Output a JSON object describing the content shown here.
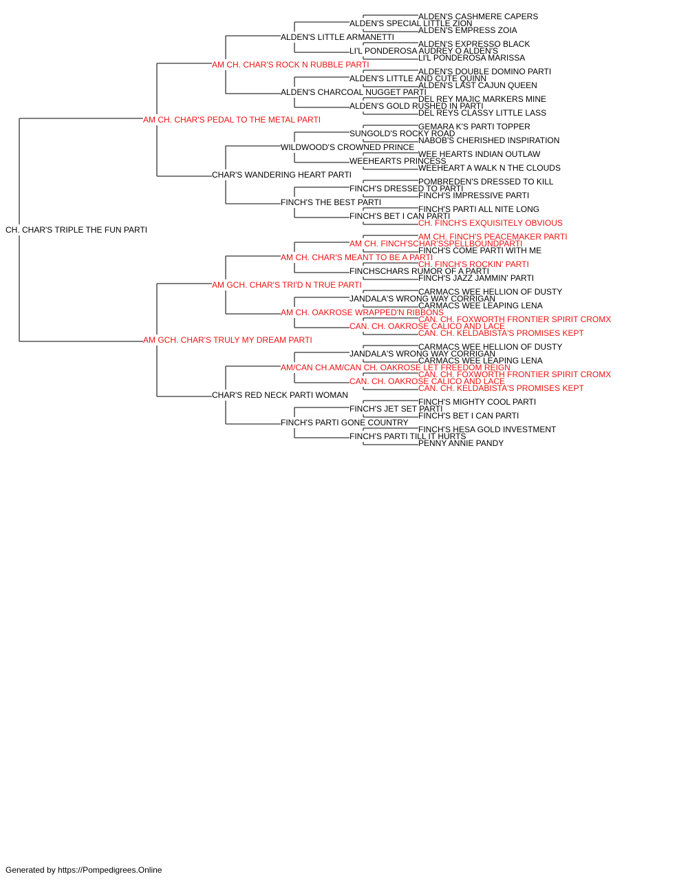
{
  "colors": {
    "titled": "#ee1111",
    "plain": "#000000",
    "connector": "#333333",
    "background": "#ffffff"
  },
  "pedigree": {
    "name": "CH. CHAR'S TRIPLE THE FUN PARTI",
    "titled": false,
    "sire": {
      "name": "AM CH. CHAR'S PEDAL TO THE METAL PARTI",
      "titled": true,
      "sire": {
        "name": "AM CH. CHAR'S ROCK N RUBBLE PARTI",
        "titled": true,
        "sire": {
          "name": "ALDEN'S LITTLE ARMANETTI",
          "titled": false,
          "sire": {
            "name": "ALDEN'S SPECIAL LITTLE ZION",
            "titled": false,
            "sire": {
              "name": "ALDEN'S CASHMERE CAPERS",
              "titled": false
            },
            "dam": {
              "name": "ALDEN'S EMPRESS ZOIA",
              "titled": false
            }
          },
          "dam": {
            "name": "LI'L PONDEROSA AUDREY O ALDEN'S",
            "titled": false,
            "sire": {
              "name": "ALDEN'S EXPRESSO BLACK",
              "titled": false
            },
            "dam": {
              "name": "LI'L PONDEROSA MARISSA",
              "titled": false
            }
          }
        },
        "dam": {
          "name": "ALDEN'S CHARCOAL NUGGET PARTI",
          "titled": false,
          "sire": {
            "name": "ALDEN'S LITTLE AND CUTE QUINN",
            "titled": false,
            "sire": {
              "name": "ALDEN'S DOUBLE DOMINO PARTI",
              "titled": false
            },
            "dam": {
              "name": "ALDEN'S LAST CAJUN QUEEN",
              "titled": false
            }
          },
          "dam": {
            "name": "ALDEN'S GOLD RUSHED IN PARTI",
            "titled": false,
            "sire": {
              "name": "DEL REY MAJIC MARKERS MINE",
              "titled": false
            },
            "dam": {
              "name": "DEL REYS CLASSY LITTLE LASS",
              "titled": false
            }
          }
        }
      },
      "dam": {
        "name": "CHAR'S WANDERING HEART PARTI",
        "titled": false,
        "sire": {
          "name": "WILDWOOD'S CROWNED PRINCE",
          "titled": false,
          "sire": {
            "name": "SUNGOLD'S ROCKY ROAD",
            "titled": false,
            "sire": {
              "name": "GEMARA K'S PARTI TOPPER",
              "titled": false
            },
            "dam": {
              "name": "NABOB'S CHERISHED INSPIRATION",
              "titled": false
            }
          },
          "dam": {
            "name": "WEEHEARTS PRINCESS",
            "titled": false,
            "sire": {
              "name": "WEE HEARTS INDIAN OUTLAW",
              "titled": false
            },
            "dam": {
              "name": "WEEHEART A WALK N THE CLOUDS",
              "titled": false
            }
          }
        },
        "dam": {
          "name": "FINCH'S THE BEST PARTI",
          "titled": false,
          "sire": {
            "name": "FINCH'S DRESSED TO PARTI",
            "titled": false,
            "sire": {
              "name": "POMBREDEN'S DRESSED TO KILL",
              "titled": false
            },
            "dam": {
              "name": "FINCH'S IMPRESSIVE PARTI",
              "titled": false
            }
          },
          "dam": {
            "name": "FINCH'S BET I CAN PARTI",
            "titled": false,
            "sire": {
              "name": "FINCH'S PARTI ALL NITE LONG",
              "titled": false
            },
            "dam": {
              "name": "CH. FINCH'S EXQUISITELY OBVIOUS",
              "titled": true
            }
          }
        }
      }
    },
    "dam": {
      "name": "AM GCH. CHAR'S TRULY MY DREAM PARTI",
      "titled": true,
      "sire": {
        "name": "AM GCH. CHAR'S TRI'D N TRUE PARTI",
        "titled": true,
        "sire": {
          "name": "AM CH. CHAR'S MEANT TO BE A PARTI",
          "titled": true,
          "sire": {
            "name": "AM CH. FINCH'SCHAR'SSPELLBOUNDPARTI",
            "titled": true,
            "sire": {
              "name": "AM CH. FINCH'S PEACEMAKER PARTI",
              "titled": true
            },
            "dam": {
              "name": "FINCH'S COME PARTI WITH ME",
              "titled": false
            }
          },
          "dam": {
            "name": "FINCHSCHARS RUMOR OF A PARTI",
            "titled": false,
            "sire": {
              "name": "CH. FINCH'S ROCKIN' PARTI",
              "titled": true
            },
            "dam": {
              "name": "FINCH'S JAZZ JAMMIN' PARTI",
              "titled": false
            }
          }
        },
        "dam": {
          "name": "AM CH. OAKROSE WRAPPED'N RIBBONS",
          "titled": true,
          "sire": {
            "name": "JANDALA'S WRONG WAY CORRIGAN",
            "titled": false,
            "sire": {
              "name": "CARMACS WEE HELLION OF DUSTY",
              "titled": false
            },
            "dam": {
              "name": "CARMACS WEE LEAPING LENA",
              "titled": false
            }
          },
          "dam": {
            "name": "CAN. CH. OAKROSE CALICO AND LACE",
            "titled": true,
            "sire": {
              "name": "CAN. CH. FOXWORTH FRONTIER SPIRIT CROMX",
              "titled": true
            },
            "dam": {
              "name": "CAN. CH. KELDABISTA'S PROMISES KEPT",
              "titled": true
            }
          }
        }
      },
      "dam": {
        "name": "CHAR'S RED NECK PARTI WOMAN",
        "titled": false,
        "sire": {
          "name": "AM/CAN CH.AM/CAN CH. OAKROSE LET FREEDOM REIGN",
          "titled": true,
          "sire": {
            "name": "JANDALA'S WRONG WAY CORRIGAN",
            "titled": false,
            "sire": {
              "name": "CARMACS WEE HELLION OF DUSTY",
              "titled": false
            },
            "dam": {
              "name": "CARMACS WEE LEAPING LENA",
              "titled": false
            }
          },
          "dam": {
            "name": "CAN. CH. OAKROSE CALICO AND LACE",
            "titled": true,
            "sire": {
              "name": "CAN. CH. FOXWORTH FRONTIER SPIRIT CROMX",
              "titled": true
            },
            "dam": {
              "name": "CAN. CH. KELDABISTA'S PROMISES KEPT",
              "titled": true
            }
          }
        },
        "dam": {
          "name": "FINCH'S PARTI GONE COUNTRY",
          "titled": false,
          "sire": {
            "name": "FINCH'S JET SET PARTI",
            "titled": false,
            "sire": {
              "name": "FINCH'S MIGHTY COOL PARTI",
              "titled": false
            },
            "dam": {
              "name": "FINCH'S BET I CAN PARTI",
              "titled": false
            }
          },
          "dam": {
            "name": "FINCH'S PARTI TILL IT HURTS",
            "titled": false,
            "sire": {
              "name": "FINCH'S HESA GOLD INVESTMENT",
              "titled": false
            },
            "dam": {
              "name": "PENNY ANNIE PANDY",
              "titled": false
            }
          }
        }
      }
    }
  },
  "footer": {
    "text": "Generated by https://Pompedigrees.Online"
  }
}
